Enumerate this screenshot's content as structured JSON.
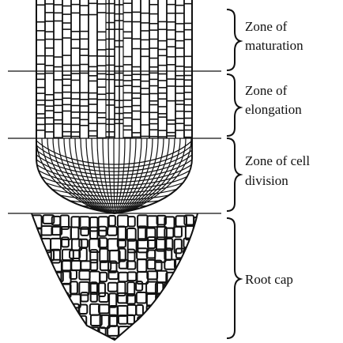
{
  "figure": {
    "zones": [
      {
        "label_line1": "Zone of",
        "label_line2": "maturation"
      },
      {
        "label_line1": "Zone of",
        "label_line2": "elongation"
      },
      {
        "label_line1": "Zone of cell",
        "label_line2": "division"
      },
      {
        "label_line1": "Root cap",
        "label_line2": ""
      }
    ],
    "colors": {
      "ink": "#111111",
      "background": "#ffffff"
    }
  }
}
